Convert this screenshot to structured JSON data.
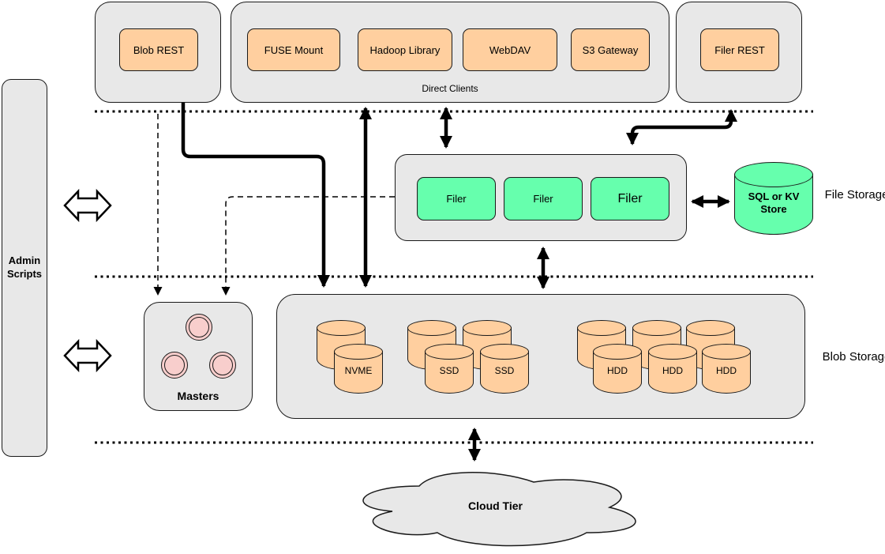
{
  "top_row": {
    "blob_rest_label": "Blob REST",
    "direct_clients": {
      "caption": "Direct Clients",
      "clients": [
        "FUSE Mount",
        "Hadoop Library",
        "WebDAV",
        "S3 Gateway"
      ]
    },
    "filer_rest_label": "Filer REST"
  },
  "admin": {
    "label": "Admin Scripts"
  },
  "file_storage": {
    "section_label": "File Storage",
    "filers": [
      "Filer",
      "Filer",
      "Filer"
    ],
    "metadata_store_label": "SQL or KV Store"
  },
  "blob_storage": {
    "section_label": "Blob Storage",
    "masters_label": "Masters",
    "volume_groups": [
      {
        "type": "NVME",
        "labels": [
          "NVME"
        ]
      },
      {
        "type": "SSD",
        "labels": [
          "SSD",
          "SSD"
        ]
      },
      {
        "type": "HDD",
        "labels": [
          "HDD",
          "HDD",
          "HDD"
        ]
      }
    ]
  },
  "cloud_tier": {
    "label": "Cloud Tier"
  },
  "colors": {
    "container_fill": "#e8e8e8",
    "client_box_fill": "#ffcf9f",
    "filer_box_fill": "#66ffad",
    "master_node_fill": "#f8cecc",
    "stroke": "#1a1a1a"
  }
}
